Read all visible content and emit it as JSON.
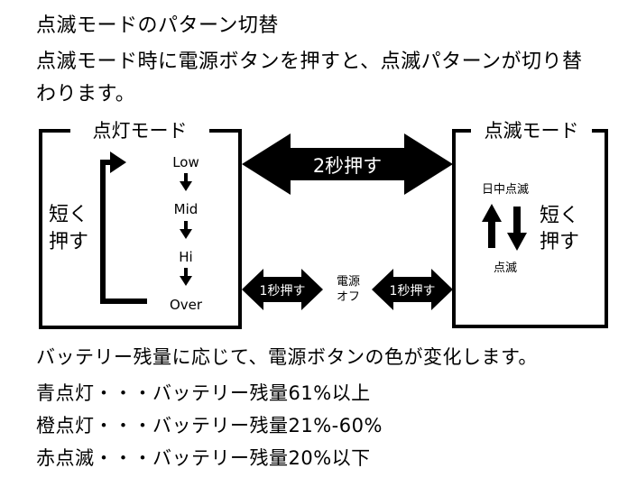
{
  "heading": "点滅モードのパターン切替",
  "intro_line1": "点滅モード時に電源ボタンを押すと、点滅パターンが切り替",
  "intro_line2": "わります。",
  "light_mode": {
    "title": "点灯モード",
    "short_press_line1": "短く",
    "short_press_line2": "押す",
    "levels": [
      "Low",
      "Mid",
      "Hi",
      "Over"
    ]
  },
  "blink_mode": {
    "title": "点滅モード",
    "top_label": "日中点滅",
    "bottom_label": "点滅",
    "short_press_line1": "短く",
    "short_press_line2": "押す"
  },
  "long_press_label": "2秒押す",
  "one_sec_press_left": "1秒押す",
  "one_sec_press_right": "1秒押す",
  "power_off_line1": "電源",
  "power_off_line2": "オフ",
  "battery_intro": "バッテリー残量に応じて、電源ボタンの色が変化します。",
  "battery_rows": [
    "青点灯・・・バッテリー残量61%以上",
    "橙点灯・・・バッテリー残量21%-60%",
    "赤点滅・・・バッテリー残量20%以下"
  ]
}
